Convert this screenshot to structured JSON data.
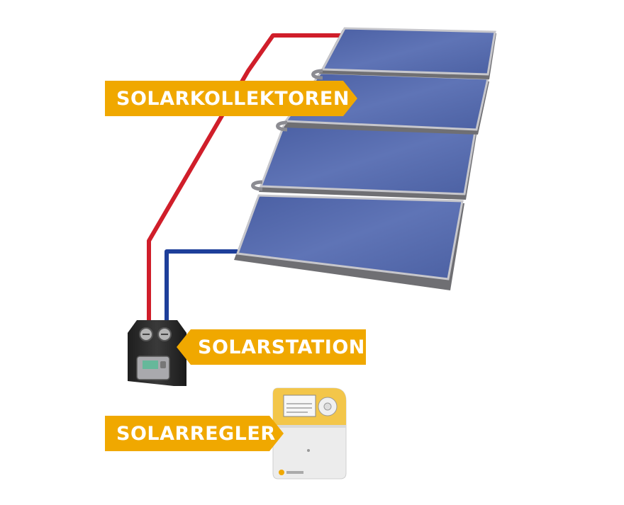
{
  "labels": {
    "collectors": "SOLARKOLLEKTOREN",
    "station": "SOLARSTATION",
    "controller": "SOLARREGLER"
  },
  "colors": {
    "label_bg": "#f0a800",
    "label_text": "#ffffff",
    "panel_blue": "#5469a8",
    "pipe_red": "#d01e2a",
    "pipe_blue": "#1e3f9a",
    "station_body": "#2e2e2e",
    "controller_accent": "#f3c64a"
  },
  "icons": [
    "solar-collector-panel",
    "solar-station-unit",
    "solar-controller-device"
  ]
}
